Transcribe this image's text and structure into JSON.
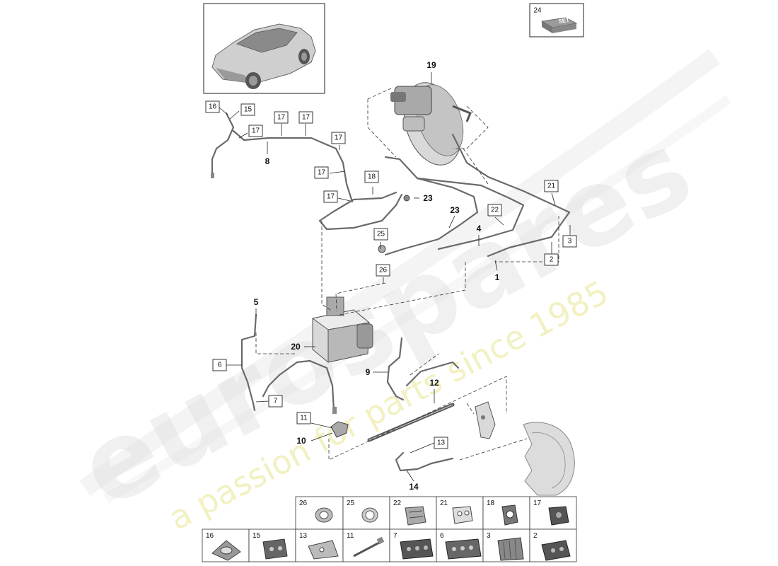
{
  "watermark": {
    "brand": "eurospares",
    "tagline": "a passion for parts since 1985"
  },
  "set_box": {
    "number": "24",
    "icon_text": "SET"
  },
  "vehicle_thumbnail": {
    "icon": "suv-car-icon"
  },
  "callouts": [
    {
      "id": "c16",
      "label": "16",
      "boxed": true
    },
    {
      "id": "c15",
      "label": "15",
      "boxed": true
    },
    {
      "id": "c17a",
      "label": "17",
      "boxed": true
    },
    {
      "id": "c17b",
      "label": "17",
      "boxed": true
    },
    {
      "id": "c17c",
      "label": "17",
      "boxed": true
    },
    {
      "id": "c17d",
      "label": "17",
      "boxed": true
    },
    {
      "id": "c17e",
      "label": "17",
      "boxed": true
    },
    {
      "id": "c17f",
      "label": "17",
      "boxed": true
    },
    {
      "id": "c8",
      "label": "8",
      "boxed": false
    },
    {
      "id": "c18",
      "label": "18",
      "boxed": true
    },
    {
      "id": "c19",
      "label": "19",
      "boxed": false
    },
    {
      "id": "c23a",
      "label": "23",
      "boxed": false
    },
    {
      "id": "c23b",
      "label": "23",
      "boxed": false
    },
    {
      "id": "c25",
      "label": "25",
      "boxed": true
    },
    {
      "id": "c26",
      "label": "26",
      "boxed": true
    },
    {
      "id": "c22",
      "label": "22",
      "boxed": true
    },
    {
      "id": "c21",
      "label": "21",
      "boxed": true
    },
    {
      "id": "c4",
      "label": "4",
      "boxed": false
    },
    {
      "id": "c3",
      "label": "3",
      "boxed": true
    },
    {
      "id": "c2",
      "label": "2",
      "boxed": true
    },
    {
      "id": "c1",
      "label": "1",
      "boxed": false
    },
    {
      "id": "c5",
      "label": "5",
      "boxed": false
    },
    {
      "id": "c20",
      "label": "20",
      "boxed": false
    },
    {
      "id": "c6",
      "label": "6",
      "boxed": true
    },
    {
      "id": "c9",
      "label": "9",
      "boxed": false
    },
    {
      "id": "c7",
      "label": "7",
      "boxed": true
    },
    {
      "id": "c12",
      "label": "12",
      "boxed": false
    },
    {
      "id": "c11",
      "label": "11",
      "boxed": true
    },
    {
      "id": "c10",
      "label": "10",
      "boxed": false
    },
    {
      "id": "c13",
      "label": "13",
      "boxed": true
    },
    {
      "id": "c14",
      "label": "14",
      "boxed": false
    }
  ],
  "parts_table": {
    "row1": [
      {
        "number": "26",
        "icon": "washer-ring-icon"
      },
      {
        "number": "25",
        "icon": "washer-ring-icon"
      },
      {
        "number": "22",
        "icon": "pipe-clip-icon"
      },
      {
        "number": "21",
        "icon": "pipe-clip-icon"
      },
      {
        "number": "18",
        "icon": "bracket-holder-icon"
      },
      {
        "number": "17",
        "icon": "clip-icon"
      }
    ],
    "row2": [
      {
        "number": "16",
        "icon": "grommet-icon"
      },
      {
        "number": "15",
        "icon": "pipe-clip-icon"
      },
      {
        "number": "13",
        "icon": "bracket-icon"
      },
      {
        "number": "11",
        "icon": "screw-icon"
      },
      {
        "number": "7",
        "icon": "pipe-clip-icon"
      },
      {
        "number": "6",
        "icon": "pipe-clip-icon"
      },
      {
        "number": "3",
        "icon": "rubber-block-icon"
      },
      {
        "number": "2",
        "icon": "clip-icon"
      }
    ]
  }
}
